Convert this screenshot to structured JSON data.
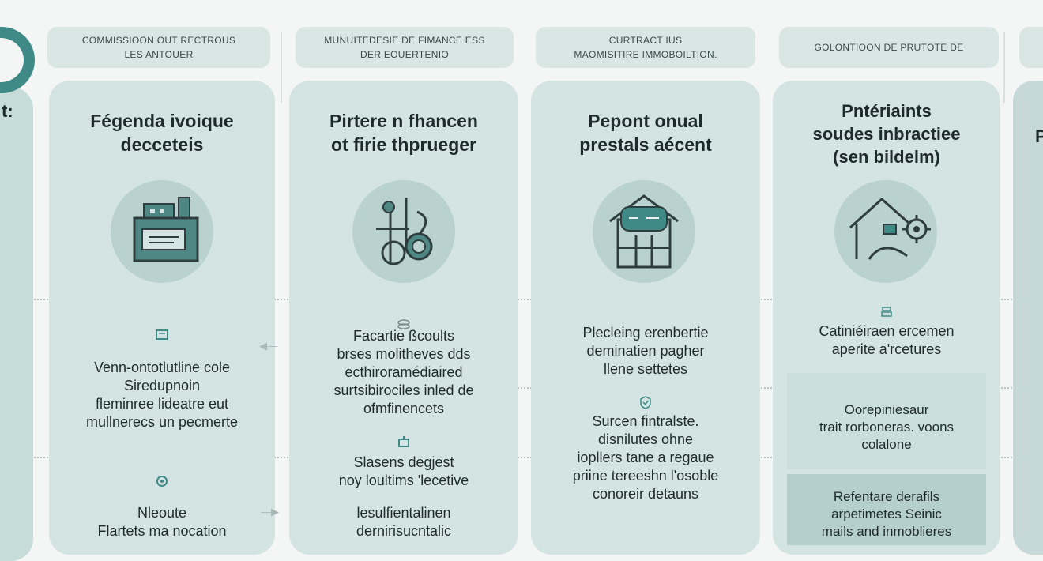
{
  "headers": [
    {
      "lines": [
        "COMMISSIOON OUT RECTROUS",
        "LES ANTOUER"
      ]
    },
    {
      "lines": [
        "MUNUITEDESIE DE FIMANCE ESS",
        "DER EOUERTENIO"
      ]
    },
    {
      "lines": [
        "CURTRACT IUS",
        "MAOMISITIRE IMMOBOILTION."
      ]
    },
    {
      "lines": [
        "GOLONTIOON DE PRUTOTE DE"
      ]
    }
  ],
  "columns": [
    {
      "title": [
        "Fégenda ivoique",
        "decceteis"
      ],
      "icon": "building-icon",
      "blocks": [
        {
          "lines": [
            "Venn-ontotlutline cole",
            "Siredupnoin",
            "fleminree lideatre eut",
            "mullnerecs un pecmerte"
          ]
        },
        {
          "lines": [
            "Nleoute",
            "Flartets ma nocation"
          ]
        }
      ]
    },
    {
      "title": [
        "Pirtere n fhancen",
        "ot firie thprueger"
      ],
      "icon": "finance-tools-icon",
      "blocks": [
        {
          "lines": [
            "Facartie ßcoults",
            "brses molitheves dds",
            "ecthiroramédiaired",
            "surtsibirociles inled de",
            "ofmfinencets"
          ]
        },
        {
          "lines": [
            "Slasens degjest",
            "noy loultims 'lecetive"
          ]
        },
        {
          "lines": [
            "lesulfientalinen",
            "dernirisucntalic"
          ]
        }
      ]
    },
    {
      "title": [
        "Pepont onual",
        "prestals aécent"
      ],
      "icon": "house-sign-icon",
      "blocks": [
        {
          "lines": [
            "Plecleing erenbertie",
            "deminatien pagher",
            "llene settetes"
          ]
        },
        {
          "lines": [
            "Surcen fintralste.",
            "disnilutes ohne",
            "iopllers tane a regaue",
            "priine tereeshn l'osoble",
            "conoreir detauns"
          ]
        }
      ]
    },
    {
      "title": [
        "Pntériaints",
        "soudes inbractiee",
        "(sen bildelm)"
      ],
      "icon": "house-gear-icon",
      "blocks": [
        {
          "lines": [
            "Catiniéiraen ercemen",
            "aperite a'rcetures"
          ]
        }
      ],
      "boxes": [
        {
          "lines": [
            "Oorepiniesaur",
            "trait rorboneras. voons",
            "colalone"
          ]
        },
        {
          "lines": [
            "Refentare derafils",
            "arpetimetes Seinic",
            "mails and inmoblieres"
          ]
        }
      ]
    }
  ],
  "left_edge": {
    "text": "t:"
  },
  "right_edge": {
    "text": "P"
  },
  "colors": {
    "accent": "#3f8a86",
    "icon_stroke": "#2f3d3f",
    "panel": "#d3e4e2",
    "tab": "#d9e6e4"
  }
}
